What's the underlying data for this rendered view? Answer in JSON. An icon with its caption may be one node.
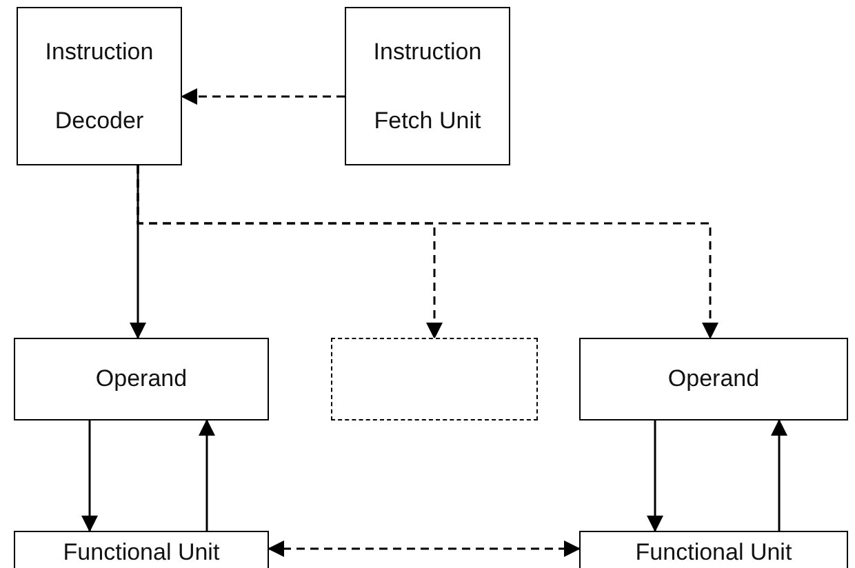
{
  "diagram": {
    "nodes": [
      {
        "text": [
          "Instruction Decoder"
        ]
      },
      {
        "text": [
          "Instruction Fetch Unit"
        ]
      },
      {
        "text": [
          "Operand"
        ]
      },
      {
        "text": [],
        "shape": "box"
      },
      {
        "text": [
          "Operand"
        ]
      },
      {
        "text": [
          "Functional Unit"
        ]
      },
      {
        "text": [
          "Functional Unit"
        ]
      }
    ],
    "edges": [
      {
        "from": 1,
        "to": 0,
        "arrow": "to",
        "style": "dashed"
      },
      {
        "from": 0,
        "to": 2,
        "arrow": "to"
      },
      {
        "from": 0,
        "to": 3,
        "arrow": "to",
        "style": "dashed"
      },
      {
        "from": 0,
        "to": 4,
        "arrow": "to",
        "style": "dashed"
      },
      {
        "from": 2,
        "to": 5,
        "arrow": "to"
      },
      {
        "from": 5,
        "to": 2,
        "arrow": "to"
      },
      {
        "from": 4,
        "to": 6,
        "arrow": "to"
      },
      {
        "from": 6,
        "to": 4,
        "arrow": "to"
      },
      {
        "from": 5,
        "to": 6,
        "arrow": "both",
        "style": "dashed"
      }
    ]
  }
}
